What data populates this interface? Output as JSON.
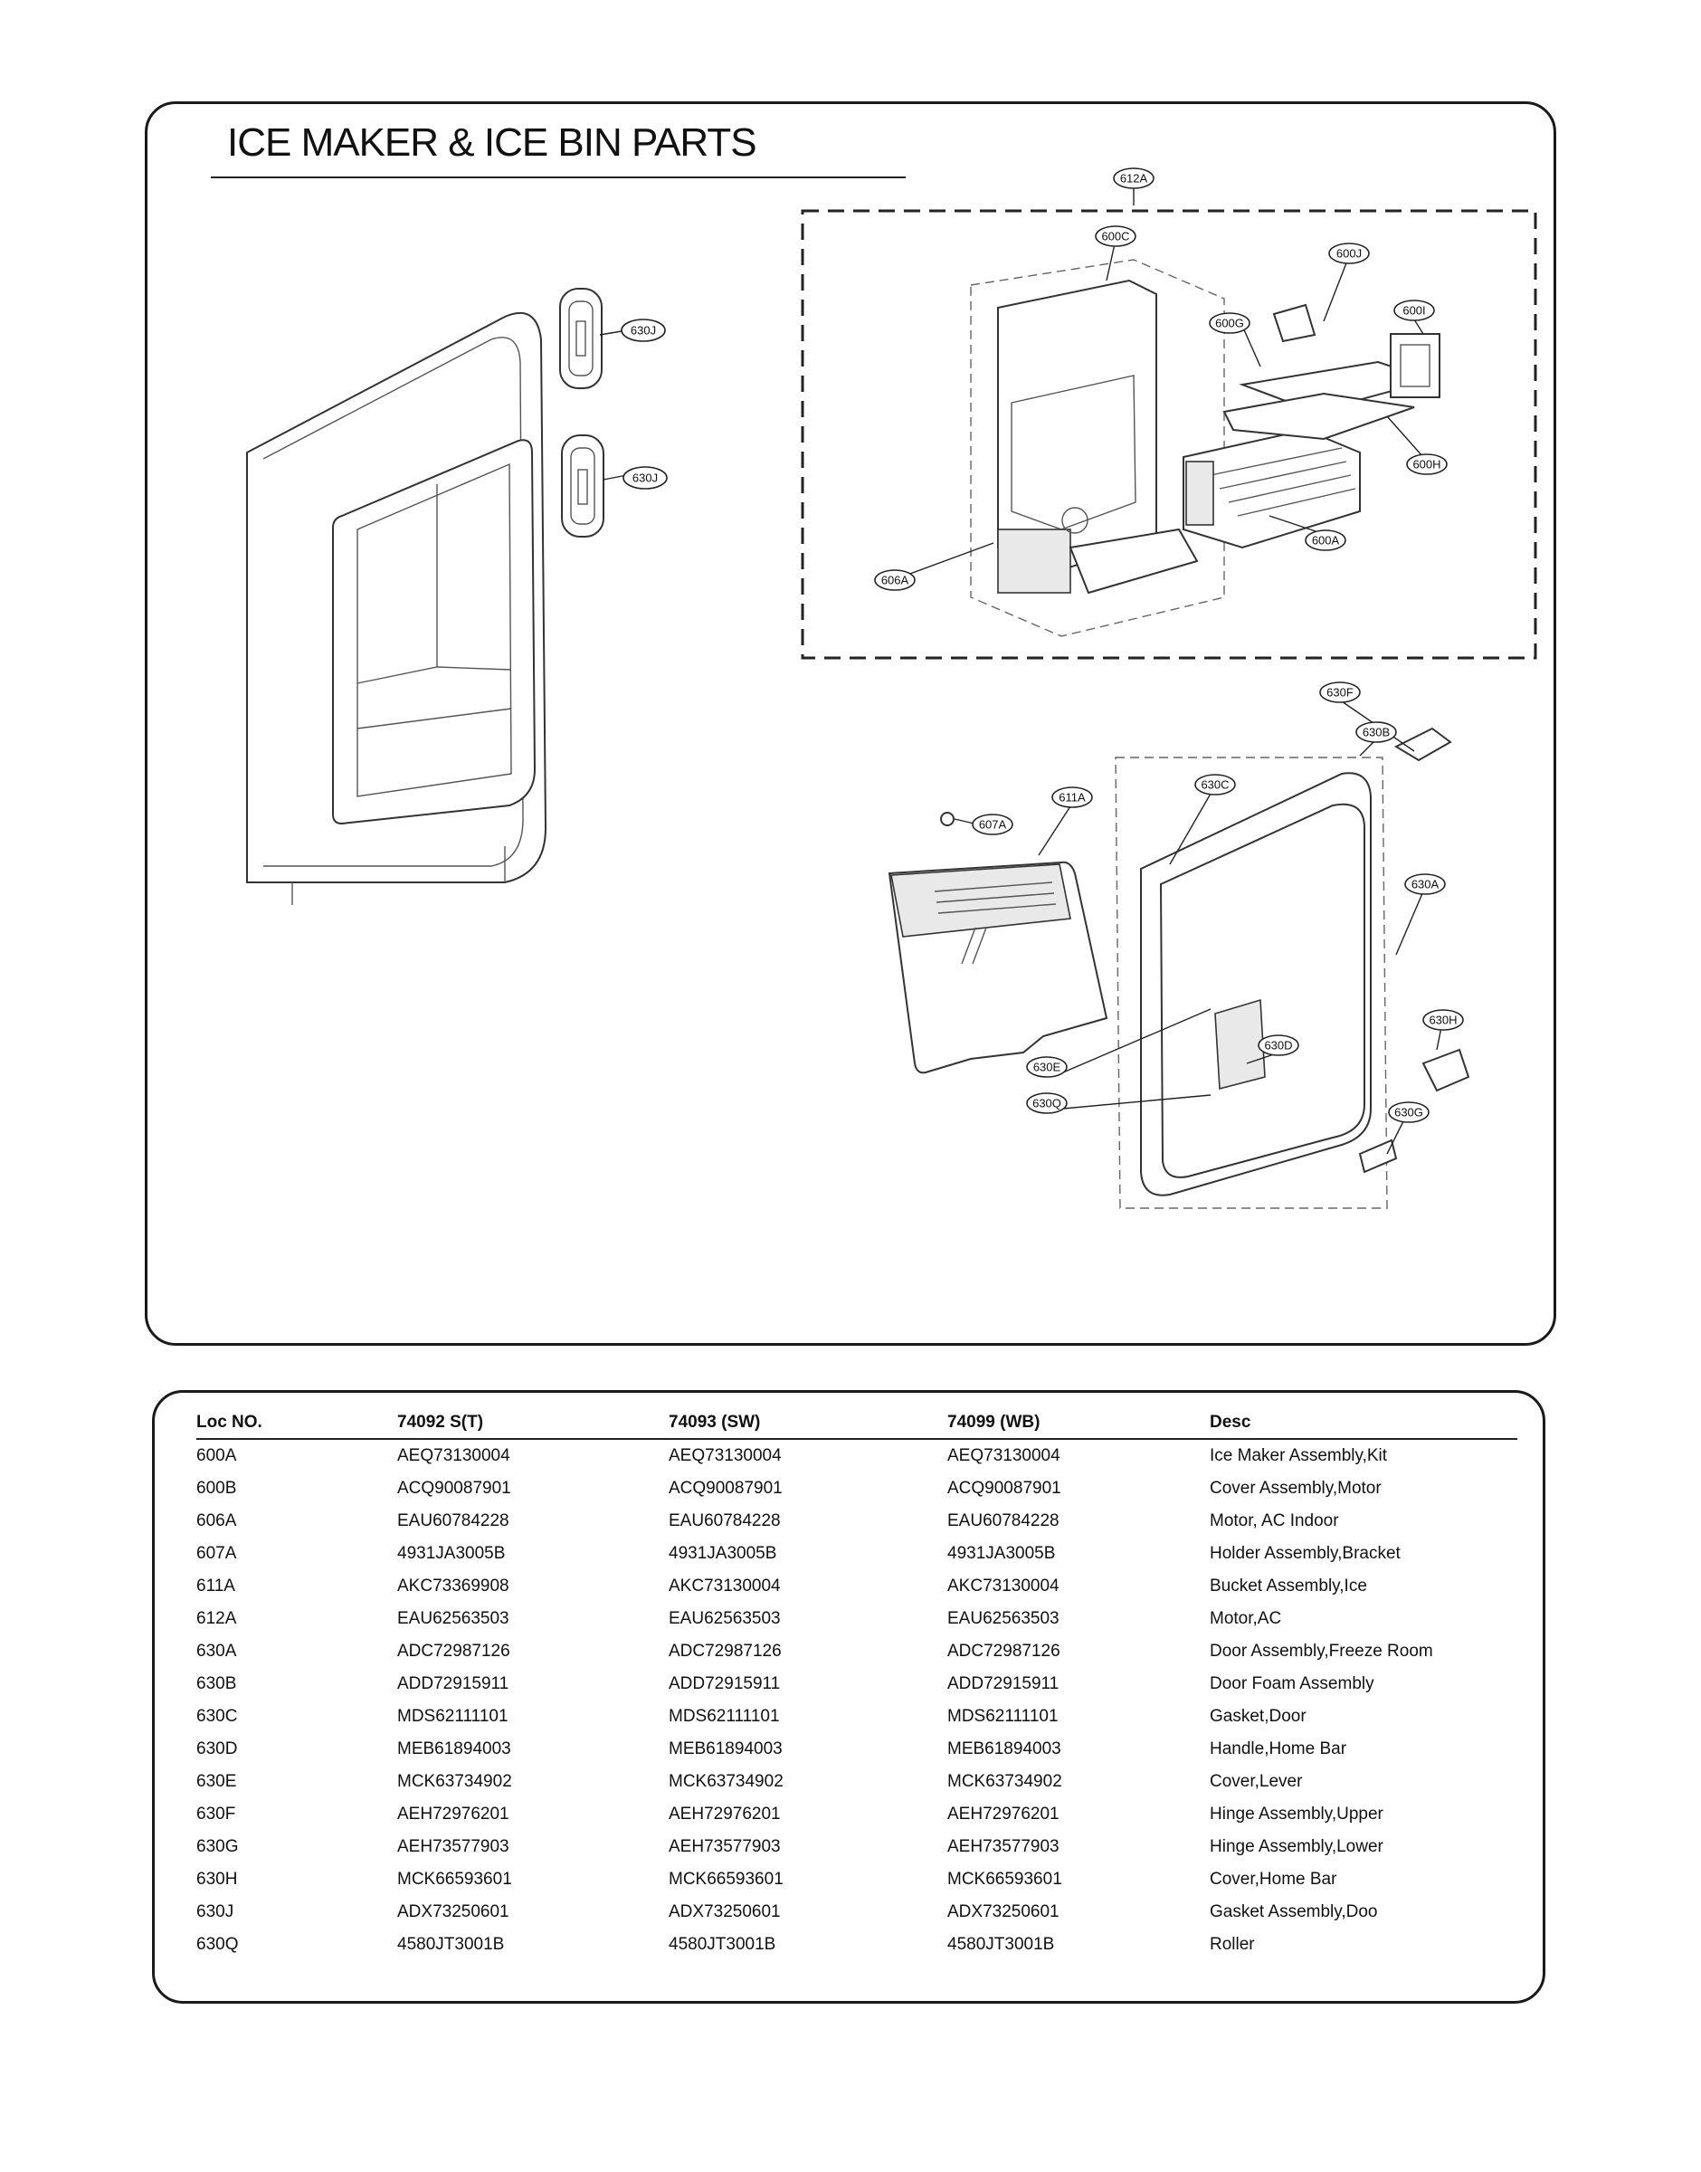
{
  "page": {
    "title": "ICE MAKER & ICE BIN PARTS"
  },
  "diagram": {
    "callouts": [
      "612A",
      "600C",
      "600J",
      "600I",
      "600G",
      "600H",
      "600A",
      "606A",
      "630J",
      "630J",
      "630F",
      "630B",
      "630C",
      "611A",
      "607A",
      "630A",
      "630H",
      "630D",
      "630E",
      "630Q",
      "630G"
    ]
  },
  "table": {
    "headers": [
      "Loc NO.",
      "74092 S(T)",
      "74093 (SW)",
      "74099 (WB)",
      "Desc"
    ],
    "rows": [
      [
        "600A",
        "AEQ73130004",
        "AEQ73130004",
        "AEQ73130004",
        "Ice Maker Assembly,Kit"
      ],
      [
        "600B",
        "ACQ90087901",
        "ACQ90087901",
        "ACQ90087901",
        "Cover Assembly,Motor"
      ],
      [
        "606A",
        "EAU60784228",
        "EAU60784228",
        "EAU60784228",
        "Motor, AC Indoor"
      ],
      [
        "607A",
        "4931JA3005B",
        "4931JA3005B",
        "4931JA3005B",
        "Holder Assembly,Bracket"
      ],
      [
        "611A",
        "AKC73369908",
        "AKC73130004",
        "AKC73130004",
        "Bucket Assembly,Ice"
      ],
      [
        "612A",
        "EAU62563503",
        "EAU62563503",
        "EAU62563503",
        "Motor,AC"
      ],
      [
        "630A",
        "ADC72987126",
        "ADC72987126",
        "ADC72987126",
        "Door Assembly,Freeze Room"
      ],
      [
        "630B",
        "ADD72915911",
        "ADD72915911",
        "ADD72915911",
        "Door Foam Assembly"
      ],
      [
        "630C",
        "MDS62111101",
        "MDS62111101",
        "MDS62111101",
        "Gasket,Door"
      ],
      [
        "630D",
        "MEB61894003",
        "MEB61894003",
        "MEB61894003",
        "Handle,Home Bar"
      ],
      [
        "630E",
        "MCK63734902",
        "MCK63734902",
        "MCK63734902",
        "Cover,Lever"
      ],
      [
        "630F",
        "AEH72976201",
        "AEH72976201",
        "AEH72976201",
        "Hinge Assembly,Upper"
      ],
      [
        "630G",
        "AEH73577903",
        "AEH73577903",
        "AEH73577903",
        "Hinge Assembly,Lower"
      ],
      [
        "630H",
        "MCK66593601",
        "MCK66593601",
        "MCK66593601",
        "Cover,Home Bar"
      ],
      [
        "630J",
        "ADX73250601",
        "ADX73250601",
        "ADX73250601",
        "Gasket Assembly,Doo"
      ],
      [
        "630Q",
        "4580JT3001B",
        "4580JT3001B",
        "4580JT3001B",
        "Roller"
      ]
    ]
  }
}
